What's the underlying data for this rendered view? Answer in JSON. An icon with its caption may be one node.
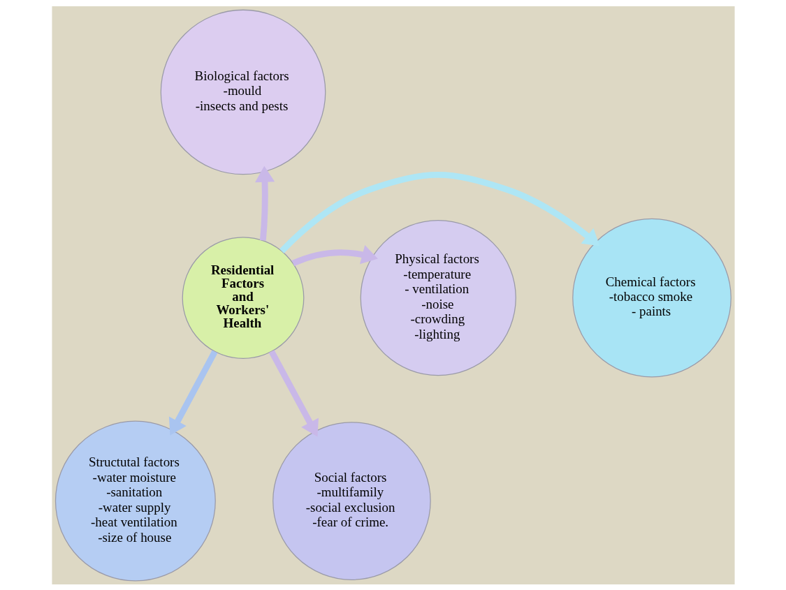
{
  "diagram": {
    "nodes": [
      {
        "text": [
          "Biological factors",
          "-mould",
          "-insects and pests"
        ]
      },
      {
        "text": [
          "Chemical factors",
          "-tobacco smoke",
          "- paints"
        ]
      },
      {
        "text": [
          "Residential Factors and Workers' Health"
        ]
      },
      {
        "text": [
          "Physical factors",
          "-temperature",
          "- ventilation",
          "-noise",
          "-crowding",
          "-lighting"
        ]
      },
      {
        "text": [
          "Structutal factors",
          "-water moisture",
          "-sanitation",
          "-water supply",
          "-heat ventilation",
          "-size of house"
        ]
      },
      {
        "text": [
          "Social factors",
          "-multifamily",
          "-social exclusion",
          "-fear of crime."
        ]
      }
    ],
    "edges": [
      {
        "from": 2,
        "to": 0,
        "arrow": "to"
      },
      {
        "from": 2,
        "to": 1,
        "arrow": "to",
        "color": "#aee6f5"
      },
      {
        "from": 2,
        "to": 3,
        "arrow": "to"
      },
      {
        "from": 2,
        "to": 4,
        "arrow": "to",
        "color": "#a9c4f0"
      },
      {
        "from": 2,
        "to": 5,
        "arrow": "to"
      }
    ]
  }
}
